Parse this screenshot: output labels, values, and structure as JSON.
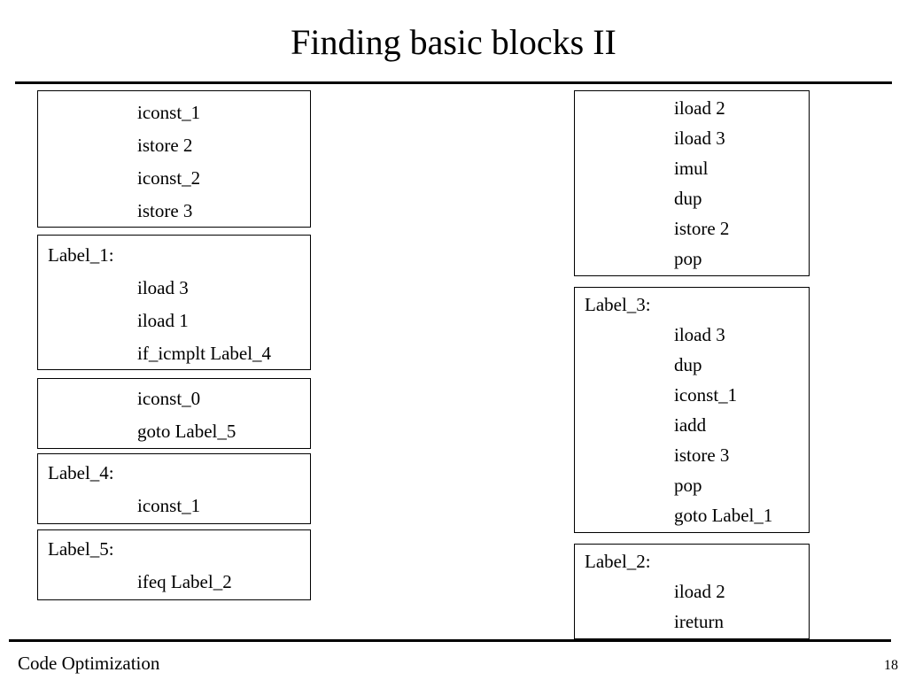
{
  "title": "Finding basic blocks II",
  "footer": {
    "left": "Code Optimization",
    "page_number": "18"
  },
  "blocks": [
    {
      "label": "",
      "instructions": [
        "iconst_1",
        "istore 2",
        "iconst_2",
        "istore 3"
      ]
    },
    {
      "label": "Label_1:",
      "instructions": [
        "iload 3",
        "iload 1",
        "if_icmplt Label_4"
      ]
    },
    {
      "label": "",
      "instructions": [
        "iconst_0",
        "goto Label_5"
      ]
    },
    {
      "label": "Label_4:",
      "instructions": [
        "iconst_1"
      ]
    },
    {
      "label": "Label_5:",
      "instructions": [
        "ifeq Label_2"
      ]
    },
    {
      "label": "",
      "instructions": [
        "iload 2",
        "iload 3",
        "imul",
        "dup",
        "istore 2",
        "pop"
      ]
    },
    {
      "label": "Label_3:",
      "instructions": [
        "iload 3",
        "dup",
        "iconst_1",
        "iadd",
        "istore 3",
        "pop",
        "goto Label_1"
      ]
    },
    {
      "label": "Label_2:",
      "instructions": [
        "iload 2",
        "ireturn"
      ]
    }
  ]
}
